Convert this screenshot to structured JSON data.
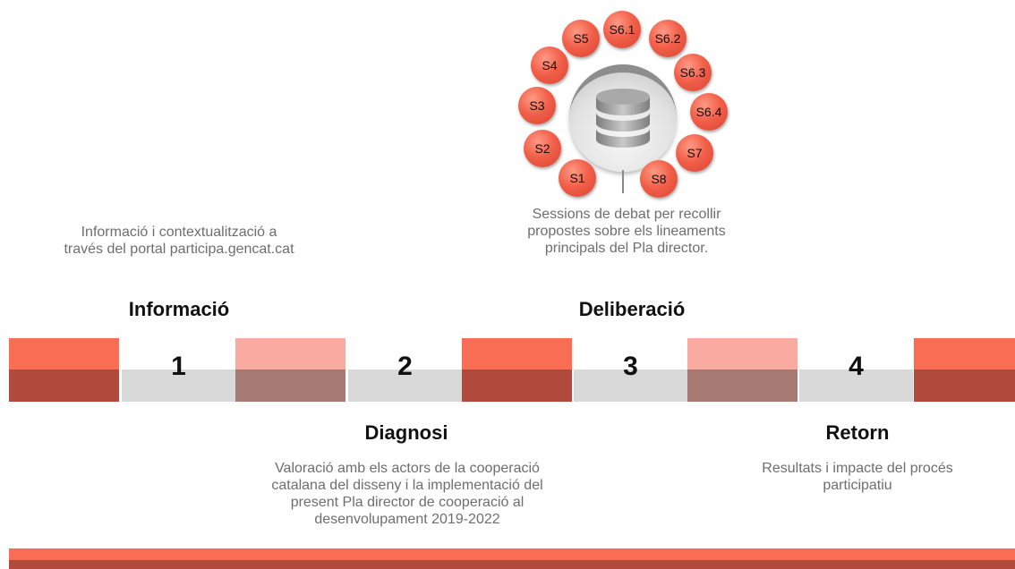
{
  "sessions": [
    "S1",
    "S2",
    "S3",
    "S4",
    "S5",
    "S6.1",
    "S6.2",
    "S6.3",
    "S6.4",
    "S7",
    "S8"
  ],
  "hub": {
    "icon": "database-icon"
  },
  "stages": [
    {
      "title": "Informació",
      "description": "Informació i contextualització a través del portal participa.gencat.cat"
    },
    {
      "title": "Diagnosi",
      "description": "Valoració amb els actors de la cooperació catalana del disseny i la implementació del present Pla director de cooperació al desenvolupament 2019-2022"
    },
    {
      "title": "Deliberació",
      "description": "Sessions de debat per recollir propostes sobre els lineaments principals del Pla director."
    },
    {
      "title": "Retorn",
      "description": "Resultats i impacte del procés participatiu"
    }
  ],
  "steps": [
    "1",
    "2",
    "3",
    "4"
  ],
  "colors": {
    "accent": "#f96d55",
    "accent_dark": "#b04a3c",
    "light": "#f9aaa1",
    "light_dark": "#a77a73",
    "grey": "#d9d9d9"
  }
}
